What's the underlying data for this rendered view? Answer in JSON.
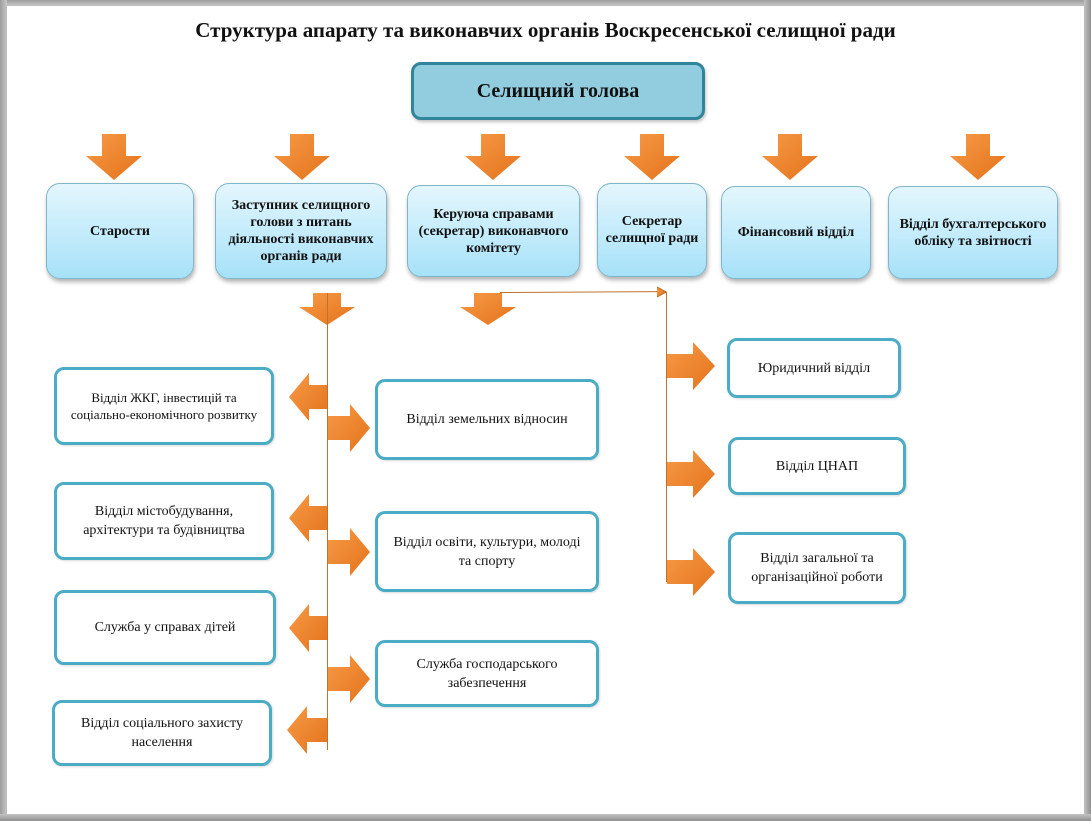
{
  "title": "Структура апарату та виконавчих органів Воскресенської селищної ради",
  "head": "Селищний голова",
  "level1": [
    {
      "label": "Старости"
    },
    {
      "label": "Заступник селищного голови з питань діяльності виконавчих органів ради"
    },
    {
      "label": "Керуюча справами (секретар) виконавчого комітету"
    },
    {
      "label": "Секретар селищної ради"
    },
    {
      "label": "Фінансовий відділ"
    },
    {
      "label": "Відділ бухгалтерського обліку та звітності"
    }
  ],
  "deputy_left_departments": [
    {
      "label": "Відділ ЖКГ, інвестицій та соціально-економічного розвитку"
    },
    {
      "label": "Відділ містобудування, архітектури та будівництва"
    },
    {
      "label": "Служба у справах дітей"
    },
    {
      "label": "Відділ соціального захисту населення"
    }
  ],
  "deputy_right_departments": [
    {
      "label": "Відділ земельних відносин"
    },
    {
      "label": "Відділ освіти, культури, молоді та спорту"
    },
    {
      "label": "Служба господарського забезпечення"
    }
  ],
  "secretary_departments": [
    {
      "label": "Юридичний відділ"
    },
    {
      "label": "Відділ ЦНАП"
    },
    {
      "label": "Відділ загальної та організаційної роботи"
    }
  ],
  "colors": {
    "arrow": "#f0842a",
    "connector": "#c0712b",
    "head_fill": "#92cddf",
    "head_border": "#31859b",
    "dept_border": "#4bacc6"
  }
}
